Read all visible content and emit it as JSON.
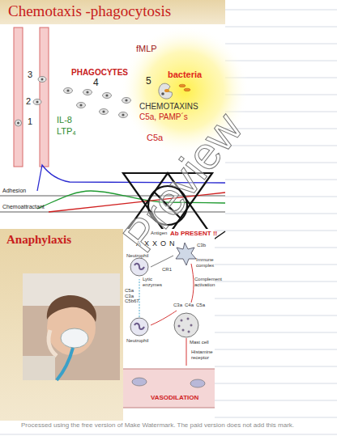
{
  "diagram": {
    "title": "Chemotaxis -phagocytosis",
    "labels": [
      "fMLP",
      "3",
      "PHAGOCYTES",
      "4",
      "5",
      "bacteria",
      "2",
      "1",
      "IL-8",
      "LTP₄",
      "CHEMOTAXINS",
      "C5a, PAMP´s",
      "C5a",
      "Adhesion",
      "Chemoattractant",
      "AXXON",
      "Preview",
      "Anaphylaxis",
      "Antigen",
      "Ab PRESENT !!",
      "C3b",
      "Immune complex",
      "Neutrophil",
      "Lytic enzymes",
      "CR1",
      "Complement activation",
      "C3a",
      "C4a",
      "C5a",
      "C5a C3a C5b67",
      "Mast cell",
      "Neutrophil",
      "Histamine receptor",
      "VASODILATION",
      "Processed using the free version of Make Watermark. The paid version does not add this mark."
    ]
  }
}
